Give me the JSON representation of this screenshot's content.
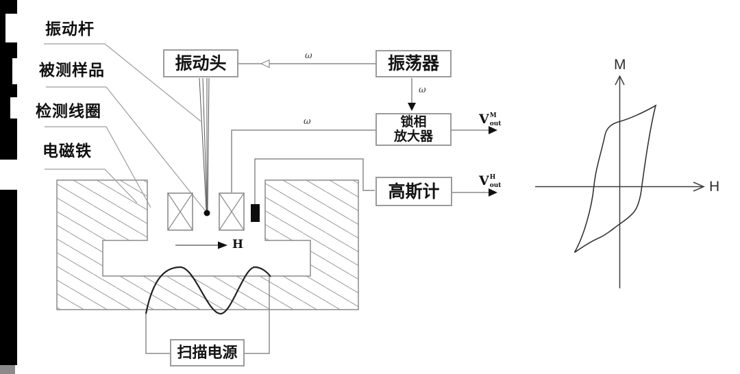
{
  "diagram": {
    "part_labels": [
      {
        "id": "vibrating-rod",
        "text": "振动杆"
      },
      {
        "id": "sample-under-test",
        "text": "被测样品"
      },
      {
        "id": "detection-coil",
        "text": "检测线圈"
      },
      {
        "id": "electromagnet",
        "text": "电磁铁"
      }
    ],
    "nodes": {
      "vibration_head": "振动头",
      "oscillator": "振荡器",
      "lockin_line1": "锁相",
      "lockin_line2": "放大器",
      "gaussmeter": "高斯计",
      "sweep_power_supply": "扫描电源"
    },
    "signal_labels": {
      "omega_to_head": "ω",
      "omega_reference": "ω",
      "omega_coil_signal": "ω",
      "field_arrow": "H"
    },
    "outputs": {
      "vout_m": {
        "base": "V",
        "sup": "M",
        "sub": "out"
      },
      "vout_h": {
        "base": "V",
        "sup": "H",
        "sub": "out"
      }
    }
  },
  "graph": {
    "type": "line",
    "curve": "hysteresis-loop",
    "x_label": "H",
    "y_label": "M"
  },
  "colors": {
    "wire_gray": "#8a8a8a",
    "hatch_gray": "#9a9a9a",
    "ink": "#1c1c1c"
  }
}
